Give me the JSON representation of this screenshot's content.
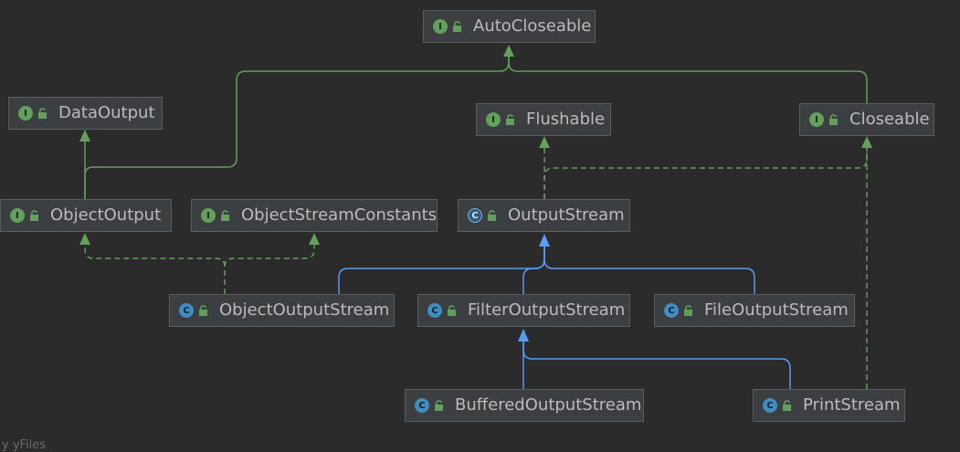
{
  "watermark": "y yFiles",
  "nodes": {
    "autocloseable": {
      "label": "AutoCloseable",
      "badge": "I",
      "kind": "interface"
    },
    "dataoutput": {
      "label": "DataOutput",
      "badge": "I",
      "kind": "interface"
    },
    "flushable": {
      "label": "Flushable",
      "badge": "I",
      "kind": "interface"
    },
    "closeable": {
      "label": "Closeable",
      "badge": "I",
      "kind": "interface"
    },
    "objectoutput": {
      "label": "ObjectOutput",
      "badge": "I",
      "kind": "interface"
    },
    "objectstreamconstants": {
      "label": "ObjectStreamConstants",
      "badge": "I",
      "kind": "interface"
    },
    "outputstream": {
      "label": "OutputStream",
      "badge": "C",
      "kind": "abstract class"
    },
    "objectoutputstream": {
      "label": "ObjectOutputStream",
      "badge": "C",
      "kind": "class"
    },
    "filteroutputstream": {
      "label": "FilterOutputStream",
      "badge": "C",
      "kind": "class"
    },
    "fileoutputstream": {
      "label": "FileOutputStream",
      "badge": "C",
      "kind": "class"
    },
    "bufferedoutputstream": {
      "label": "BufferedOutputStream",
      "badge": "C",
      "kind": "class"
    },
    "printstream": {
      "label": "PrintStream",
      "badge": "C",
      "kind": "class"
    }
  },
  "edges": [
    {
      "from": "Closeable",
      "to": "AutoCloseable",
      "type": "extends"
    },
    {
      "from": "ObjectOutput",
      "to": "AutoCloseable",
      "type": "extends"
    },
    {
      "from": "ObjectOutput",
      "to": "DataOutput",
      "type": "extends"
    },
    {
      "from": "OutputStream",
      "to": "Flushable",
      "type": "implements"
    },
    {
      "from": "OutputStream",
      "to": "Closeable",
      "type": "implements"
    },
    {
      "from": "ObjectOutputStream",
      "to": "ObjectOutput",
      "type": "implements"
    },
    {
      "from": "ObjectOutputStream",
      "to": "ObjectStreamConstants",
      "type": "implements"
    },
    {
      "from": "ObjectOutputStream",
      "to": "OutputStream",
      "type": "extends"
    },
    {
      "from": "FilterOutputStream",
      "to": "OutputStream",
      "type": "extends"
    },
    {
      "from": "FileOutputStream",
      "to": "OutputStream",
      "type": "extends"
    },
    {
      "from": "BufferedOutputStream",
      "to": "FilterOutputStream",
      "type": "extends"
    },
    {
      "from": "PrintStream",
      "to": "FilterOutputStream",
      "type": "extends"
    },
    {
      "from": "PrintStream",
      "to": "Closeable",
      "type": "implements"
    }
  ],
  "colors": {
    "background": "#2b2b2b",
    "node_fill": "#3c3f41",
    "node_border": "#5a5d5f",
    "text": "#bbbbbb",
    "interface_edge": "#62a05b",
    "class_edge": "#589df6"
  }
}
